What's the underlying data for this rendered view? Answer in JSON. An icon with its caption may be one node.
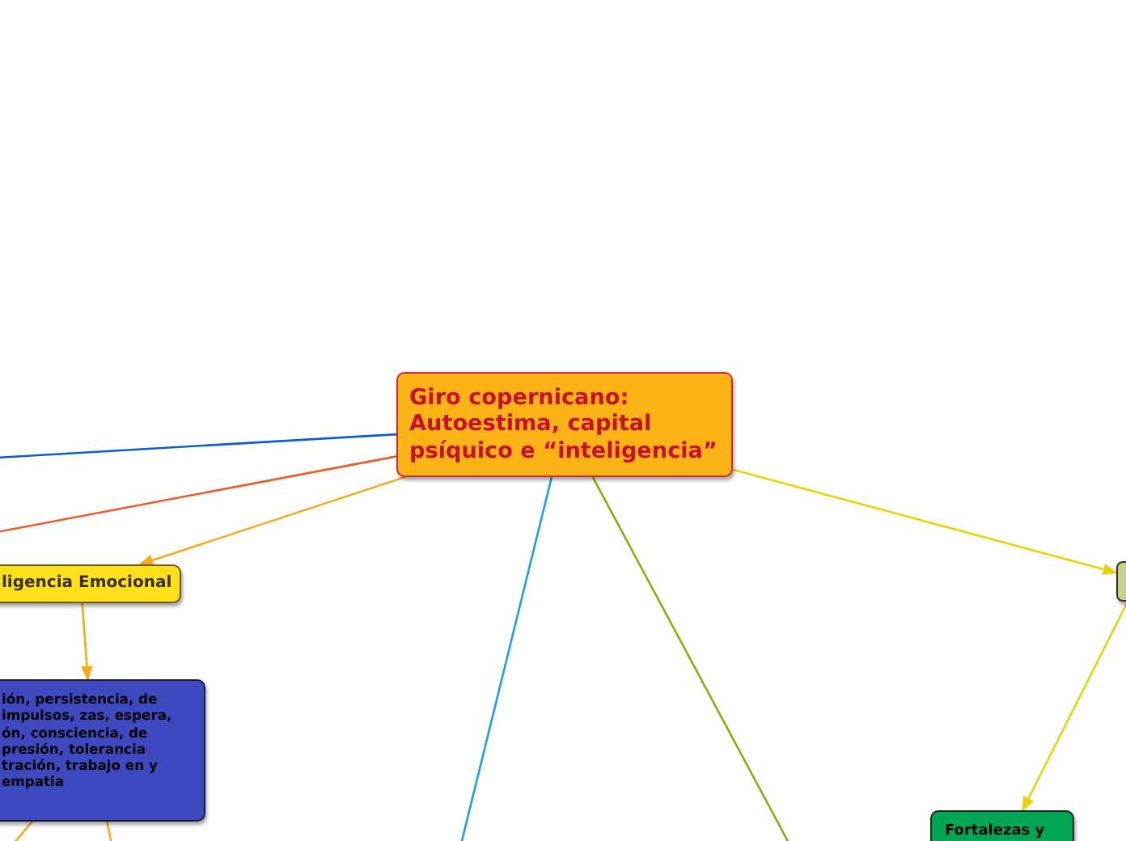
{
  "diagram": {
    "nodes": [
      {
        "text": [
          "Giro copernicano: Autoestima, capital psíquico e “inteligencia”"
        ]
      },
      {
        "text": [
          "ligencia Emocional"
        ]
      },
      {
        "text": [
          "ión, persistencia, de impulsos, zas, espera, ón, consciencia, de presión, tolerancia tración, trabajo en y empatia"
        ]
      },
      {
        "text": [],
        "shape": "box"
      },
      {
        "text": [
          "Fortalezas y"
        ]
      }
    ],
    "edges": [
      {
        "from": 0,
        "to": null,
        "arrow": "none",
        "color": "#0a5fcf"
      },
      {
        "from": 0,
        "to": null,
        "arrow": "none",
        "color": "#f05a28"
      },
      {
        "from": 0,
        "to": 1,
        "arrow": "to",
        "color": "#f7a81b"
      },
      {
        "from": 0,
        "to": null,
        "arrow": "none",
        "color": "#1ba1e2"
      },
      {
        "from": 0,
        "to": null,
        "arrow": "none",
        "color": "#80b20e"
      },
      {
        "from": 0,
        "to": 3,
        "arrow": "to",
        "color": "#e8d20c"
      },
      {
        "from": 1,
        "to": 2,
        "arrow": "to",
        "color": "#f7a81b"
      },
      {
        "from": 2,
        "to": null,
        "arrow": "none",
        "color": "#f7a81b"
      },
      {
        "from": 2,
        "to": null,
        "arrow": "none",
        "color": "#f7a81b"
      },
      {
        "from": 3,
        "to": 4,
        "arrow": "to",
        "color": "#e8d20c"
      }
    ]
  }
}
